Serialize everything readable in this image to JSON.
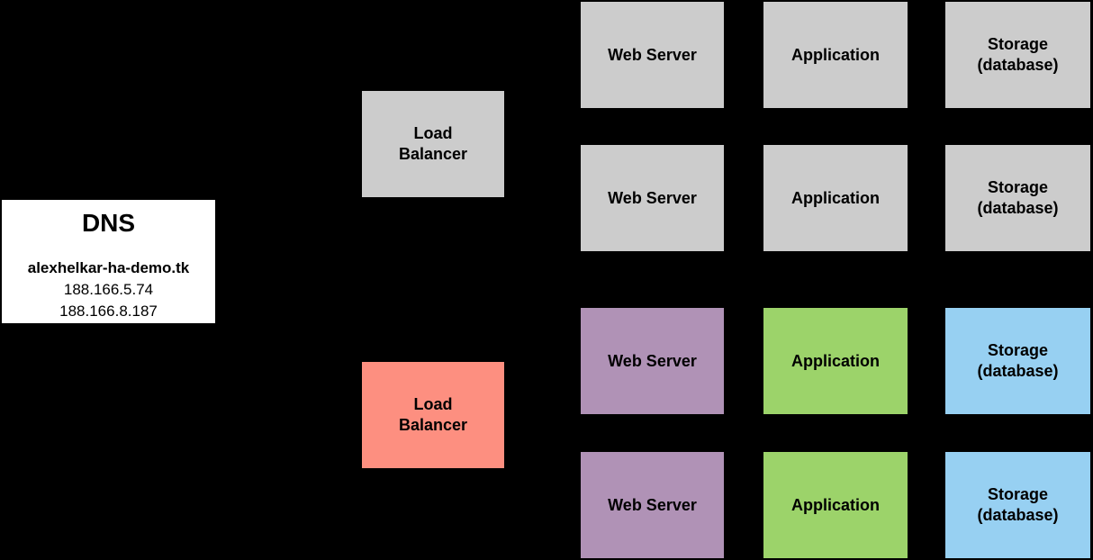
{
  "canvas": {
    "background": "#000000"
  },
  "colors": {
    "gray": "#cccccc",
    "salmon": "#fd8f80",
    "purple": "#b092b6",
    "green": "#9cd36a",
    "blue": "#97d0f2",
    "white": "#ffffff"
  },
  "dns": {
    "title": "DNS",
    "domain": "alexhelkar-ha-demo.tk",
    "ip_1": "188.166.5.74",
    "ip_2": "188.166.8.187"
  },
  "load_balancers": {
    "top": {
      "label": "Load\nBalancer"
    },
    "bottom": {
      "label": "Load\nBalancer"
    }
  },
  "grid": {
    "row1": {
      "web_server": "Web Server",
      "application": "Application",
      "storage": "Storage\n(database)"
    },
    "row2": {
      "web_server": "Web Server",
      "application": "Application",
      "storage": "Storage\n(database)"
    },
    "row3": {
      "web_server": "Web Server",
      "application": "Application",
      "storage": "Storage\n(database)"
    },
    "row4": {
      "web_server": "Web Server",
      "application": "Application",
      "storage": "Storage\n(database)"
    }
  }
}
